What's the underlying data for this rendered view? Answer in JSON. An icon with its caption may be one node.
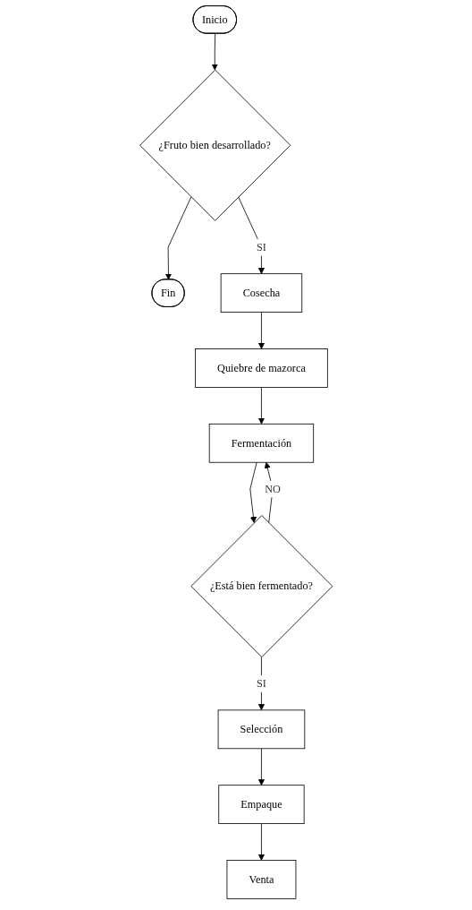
{
  "diagram": {
    "nodes": [
      {
        "text": [
          "Inicio"
        ]
      },
      {
        "text": [
          "¿Fruto bien desarrollado?"
        ]
      },
      {
        "text": [
          "Fin"
        ]
      },
      {
        "text": [
          "Cosecha"
        ]
      },
      {
        "text": [
          "Quiebre de mazorca"
        ]
      },
      {
        "text": [
          "Fermentación"
        ]
      },
      {
        "text": [
          "¿Está bien fermentado?"
        ]
      },
      {
        "text": [
          "Selección"
        ]
      },
      {
        "text": [
          "Empaque"
        ]
      },
      {
        "text": [
          "Venta"
        ]
      }
    ],
    "edges": [
      {
        "from": 0,
        "to": 1,
        "arrow": "to"
      },
      {
        "from": 1,
        "to": 2,
        "arrow": "to"
      },
      {
        "from": 1,
        "to": 3,
        "arrow": "to",
        "label": "SI"
      },
      {
        "from": 3,
        "to": 4,
        "arrow": "to"
      },
      {
        "from": 4,
        "to": 5,
        "arrow": "to"
      },
      {
        "from": 5,
        "to": 6,
        "arrow": "to"
      },
      {
        "from": 6,
        "to": 5,
        "arrow": "to",
        "label": "NO"
      },
      {
        "from": 6,
        "to": 7,
        "arrow": "to",
        "label": "SI"
      },
      {
        "from": 7,
        "to": 8,
        "arrow": "to"
      },
      {
        "from": 8,
        "to": 9,
        "arrow": "to"
      }
    ]
  }
}
